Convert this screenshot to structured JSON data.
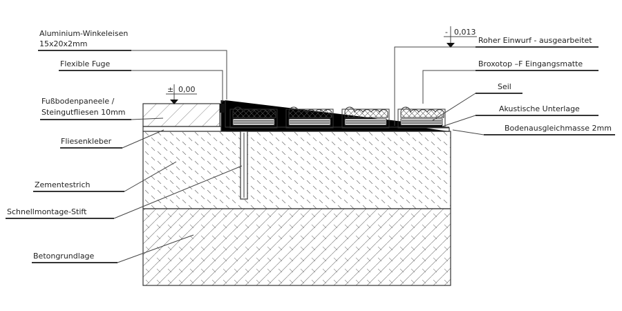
{
  "labels": {
    "aluminium_1": "Aluminium-Winkeleisen",
    "aluminium_2": "15x20x2mm",
    "fuge": "Flexible Fuge",
    "paneele_1": "Fußbodenpaneele /",
    "paneele_2": "Steingutfliesen 10mm",
    "kleber": "Fliesenkleber",
    "estrich": "Zementestrich",
    "stift": "Schnellmontage-Stift",
    "beton": "Betongrundlage",
    "einwurf": "Roher Einwurf - ausgearbeitet",
    "broxotop": "Broxotop –F Eingangsmatte",
    "seil": "Seil",
    "unterlage": "Akustische Unterlage",
    "ausgleich": "Bodenausgleichmasse 2mm"
  },
  "levels": {
    "floor_sign": "±",
    "floor_value": "0,00",
    "pit_sign": "-",
    "pit_value": "0,013"
  },
  "colors": {
    "line": "#333333",
    "background": "#ffffff"
  }
}
